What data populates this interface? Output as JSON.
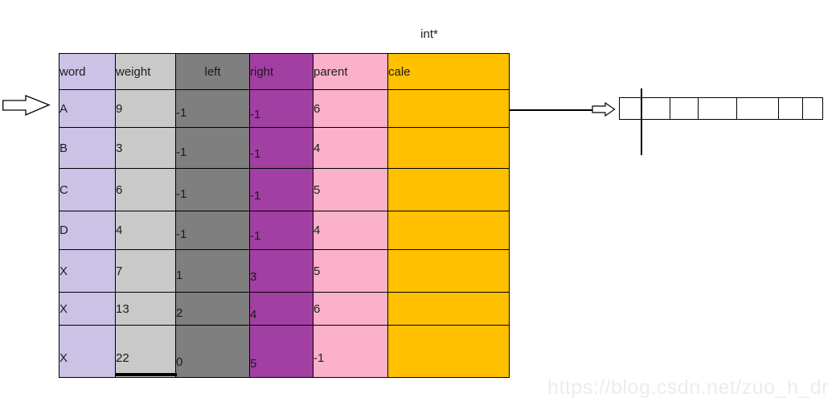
{
  "pointer_label": "int*",
  "watermark": "https://blog.csdn.net/zuo_h_dr",
  "table": {
    "columns": [
      {
        "key": "word",
        "label": "word",
        "color": "#cbc2e6"
      },
      {
        "key": "weight",
        "label": "weight",
        "color": "#c9c9c9"
      },
      {
        "key": "left",
        "label": "left",
        "color": "#7f7f7f"
      },
      {
        "key": "right",
        "label": "right",
        "color": "#a23fa2"
      },
      {
        "key": "parent",
        "label": "parent",
        "color": "#fbb1c9"
      },
      {
        "key": "cale",
        "label": "cale",
        "color": "#ffc000"
      }
    ],
    "rows": [
      {
        "word": "A",
        "weight": "9",
        "left": "-1",
        "right": "-1",
        "parent": "6",
        "cale": ""
      },
      {
        "word": "B",
        "weight": "3",
        "left": "-1",
        "right": "-1",
        "parent": "4",
        "cale": ""
      },
      {
        "word": "C",
        "weight": "6",
        "left": "-1",
        "right": "-1",
        "parent": "5",
        "cale": ""
      },
      {
        "word": "D",
        "weight": "4",
        "left": "-1",
        "right": "-1",
        "parent": "4",
        "cale": ""
      },
      {
        "word": "X",
        "weight": "7",
        "left": "1",
        "right": "3",
        "parent": "5",
        "cale": ""
      },
      {
        "word": "X",
        "weight": "13",
        "left": "2",
        "right": "4",
        "parent": "6",
        "cale": ""
      },
      {
        "word": "X",
        "weight": "22",
        "left": "0",
        "right": "5",
        "parent": "-1",
        "cale": ""
      }
    ]
  },
  "pointer_array": {
    "cells": [
      "",
      "",
      "",
      "",
      "",
      "",
      ""
    ]
  },
  "colors": {
    "border": "#000000",
    "text": "#1c1c1c",
    "watermark_text": "#ececec",
    "arrow_fill": "#ffffff",
    "background": "#ffffff"
  }
}
